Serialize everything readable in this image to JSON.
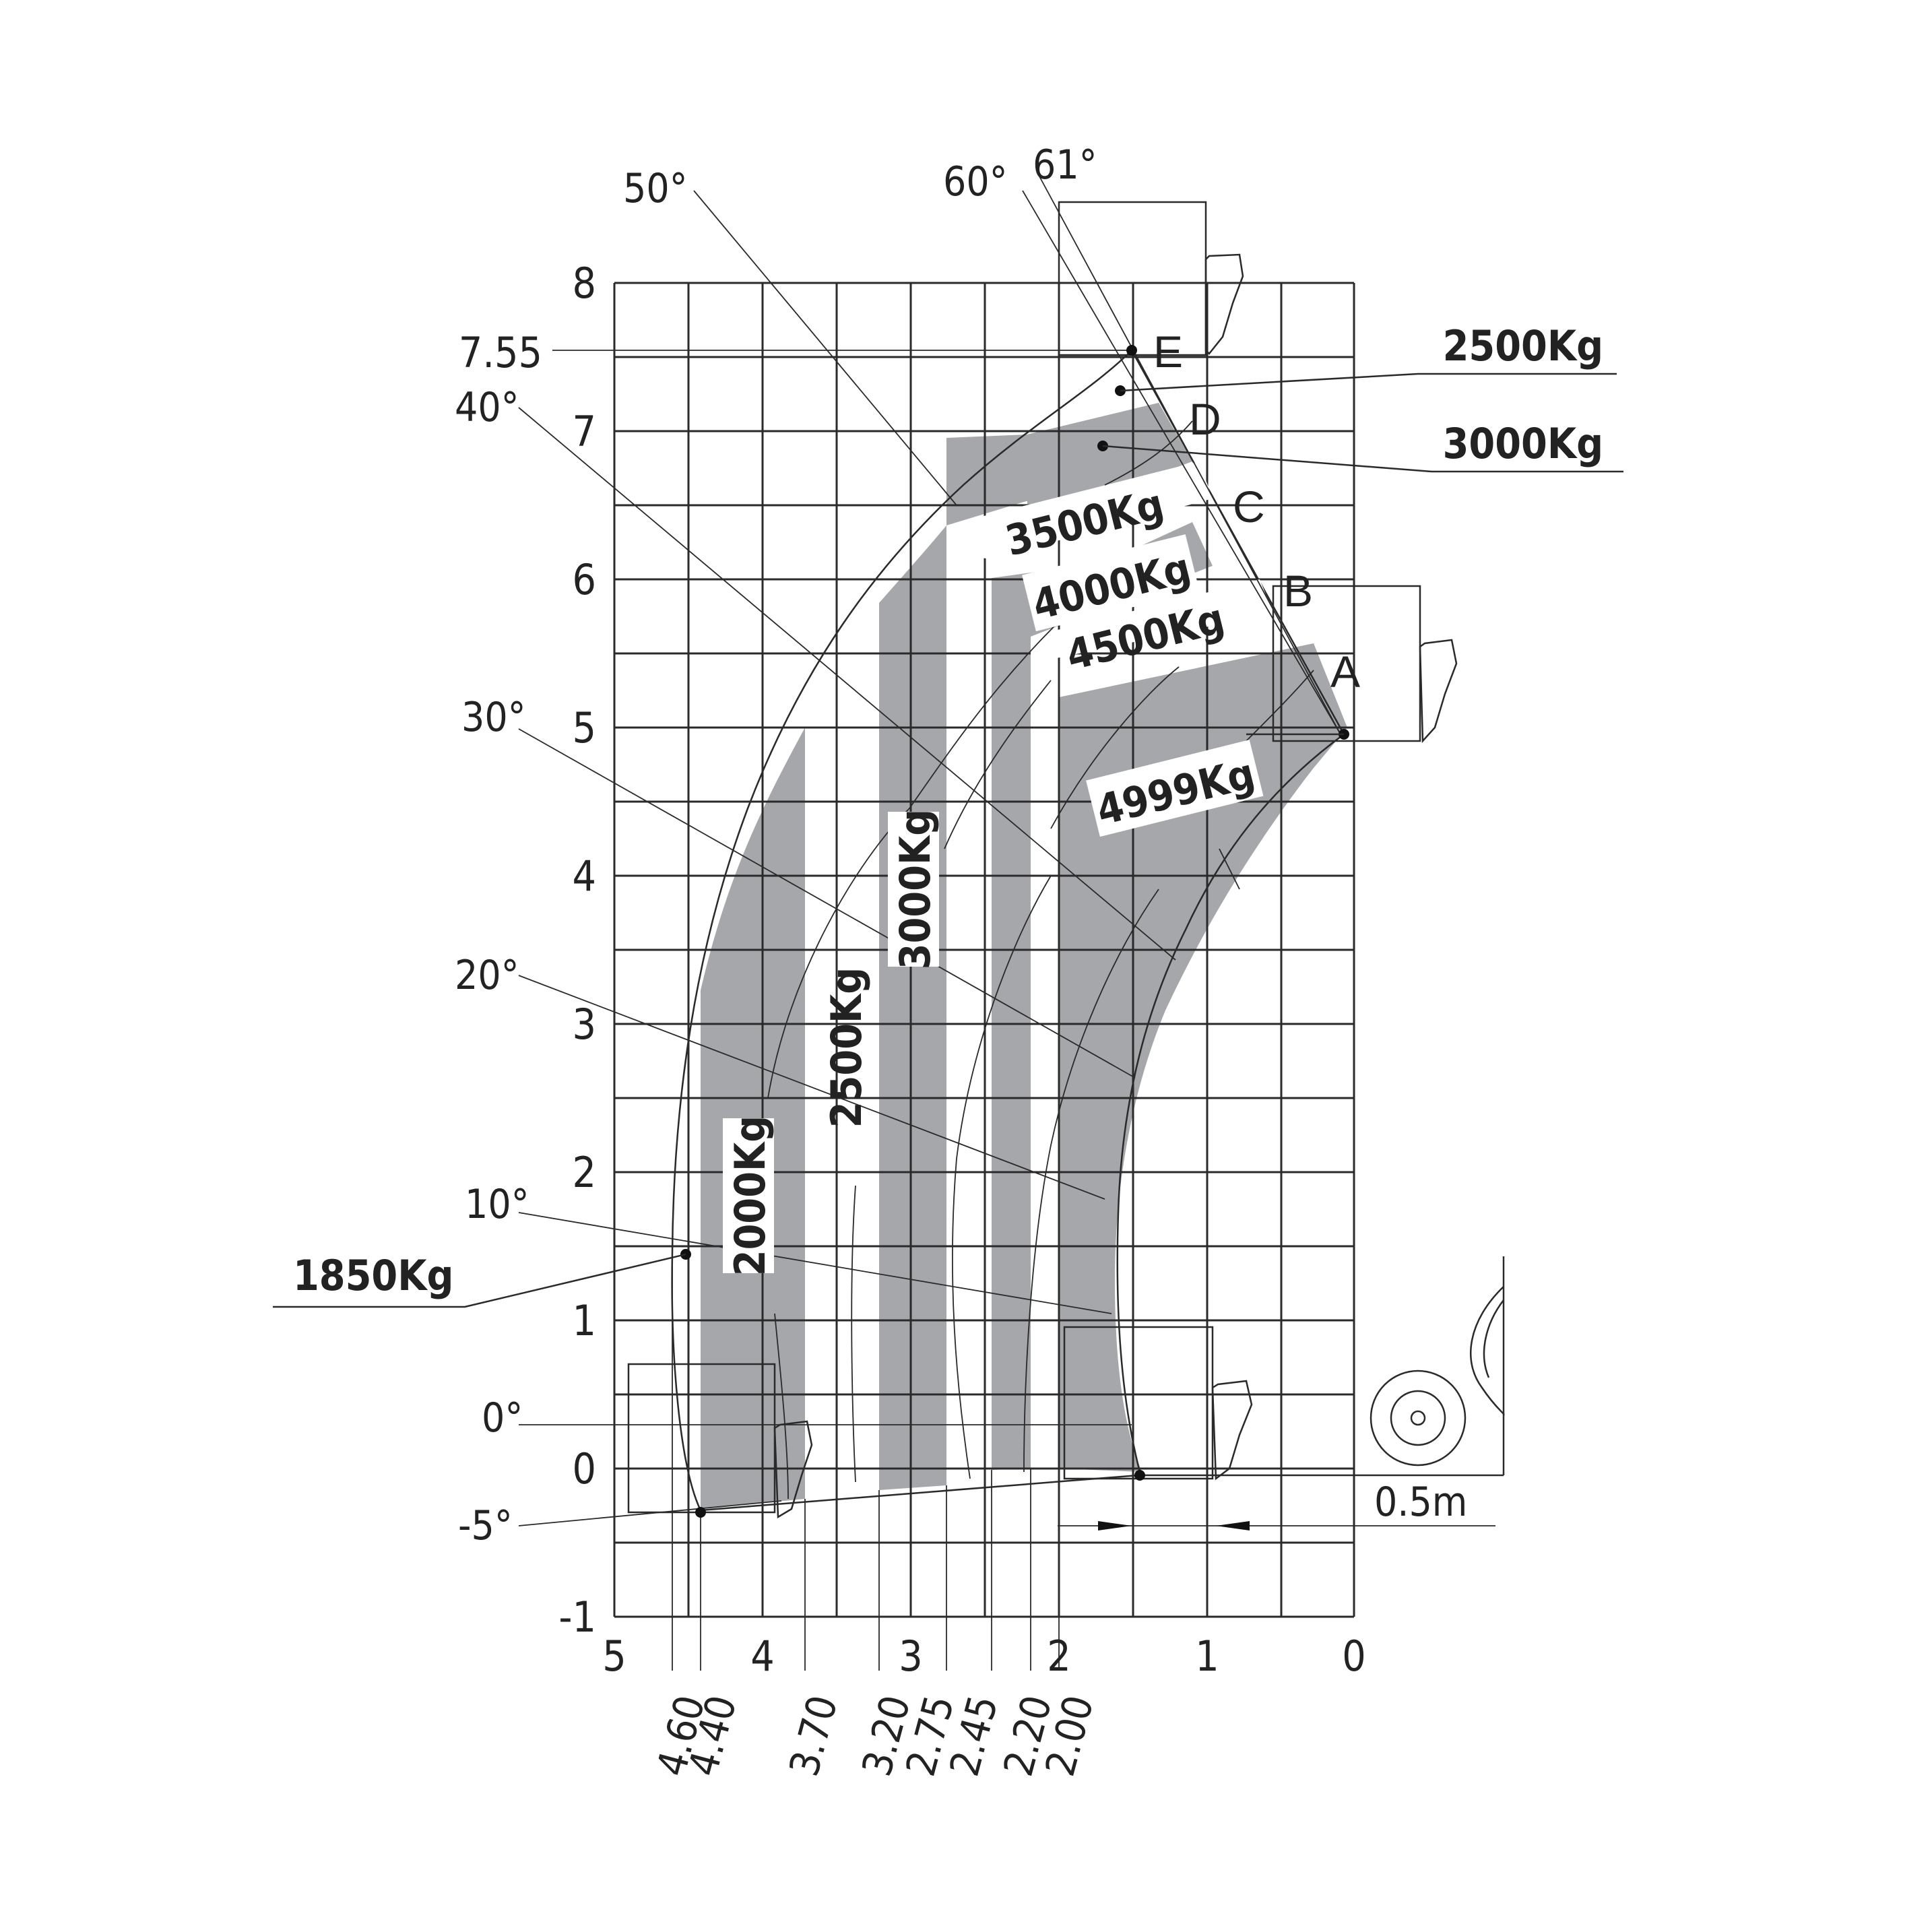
{
  "chart_data": {
    "type": "load-chart",
    "x_axis": {
      "ticks": [
        "5",
        "4",
        "3",
        "2",
        "1",
        "0"
      ],
      "range": [
        5,
        0
      ]
    },
    "y_axis": {
      "ticks": [
        "8",
        "7",
        "6",
        "5",
        "4",
        "3",
        "2",
        "1",
        "0",
        "-1"
      ],
      "extra_tick": "7.55",
      "range": [
        -1,
        8
      ]
    },
    "reach_marks": [
      "4.60",
      "4.40",
      "3.70",
      "3.20",
      "2.75",
      "2.45",
      "2.20",
      "2.00"
    ],
    "boom_angles": [
      "61°",
      "60°",
      "50°",
      "40°",
      "30°",
      "20°",
      "10°",
      "0°",
      "-5°"
    ],
    "extension_points": [
      "A",
      "B",
      "C",
      "D",
      "E"
    ],
    "load_zones": [
      {
        "label": "4999Kg",
        "shade": "grey"
      },
      {
        "label": "4500Kg",
        "shade": "white"
      },
      {
        "label": "4000Kg",
        "shade": "grey"
      },
      {
        "label": "3500Kg",
        "shade": "white"
      },
      {
        "label": "3000Kg",
        "shade": "grey"
      },
      {
        "label": "2500Kg",
        "shade": "white"
      },
      {
        "label": "2000Kg",
        "shade": "grey"
      }
    ],
    "callouts": [
      "2500Kg",
      "3000Kg",
      "1850Kg"
    ],
    "dimension": "0.5m"
  }
}
